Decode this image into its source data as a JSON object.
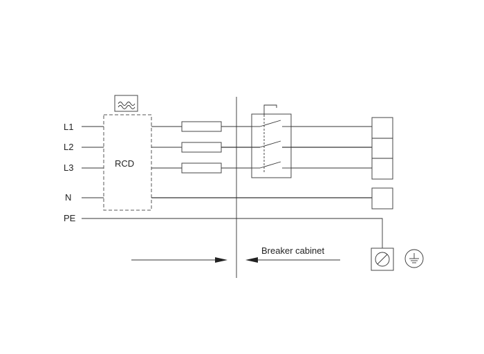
{
  "diagram": {
    "line_labels": [
      "L1",
      "L2",
      "L3",
      "N",
      "PE"
    ],
    "rcd_label": "RCD",
    "cabinet_label": "Breaker cabinet"
  },
  "icons": {
    "rcd_symbol": "rcd-wave-symbol-icon",
    "earth_terminal": "earth-terminal-icon",
    "ground_symbol": "ground-symbol-icon"
  }
}
